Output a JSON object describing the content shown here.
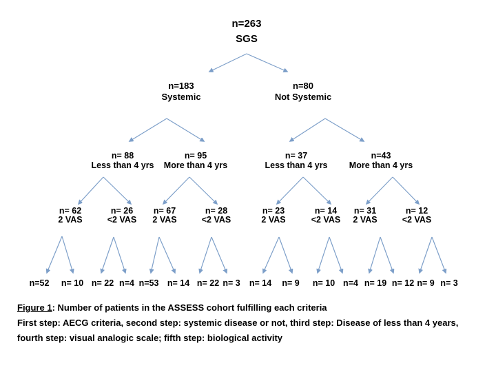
{
  "colors": {
    "arrow": "#7d9fc9",
    "text": "#000000",
    "background": "#ffffff"
  },
  "tree": {
    "root": {
      "count": "n=263",
      "label": "SGS"
    },
    "level2": [
      {
        "count": "n=183",
        "label": "Systemic"
      },
      {
        "count": "n=80",
        "label": "Not Systemic"
      }
    ],
    "level3": [
      {
        "count": "n= 88",
        "label": "Less than 4 yrs"
      },
      {
        "count": "n= 95",
        "label": "More than 4 yrs"
      },
      {
        "count": "n= 37",
        "label": "Less than 4 yrs"
      },
      {
        "count": "n=43",
        "label": "More than 4 yrs"
      }
    ],
    "level4": [
      {
        "count": "n= 62",
        "label": "2 VAS"
      },
      {
        "count": "n= 26",
        "label": "<2 VAS"
      },
      {
        "count": "n= 67",
        "label": "2 VAS"
      },
      {
        "count": "n= 28",
        "label": "<2 VAS"
      },
      {
        "count": "n= 23",
        "label": "2 VAS"
      },
      {
        "count": "n= 14",
        "label": "<2 VAS"
      },
      {
        "count": "n= 31",
        "label": "2 VAS"
      },
      {
        "count": "n= 12",
        "label": "<2 VAS"
      }
    ],
    "level5": [
      "n=52",
      "n= 10",
      "n= 22",
      "n=4",
      "n=53",
      "n= 14",
      "n= 22",
      "n= 3",
      "n= 14",
      "n= 9",
      "n= 10",
      "n=4",
      "n= 19",
      "n= 12",
      "n= 9",
      "n= 3"
    ]
  },
  "caption": {
    "figure_label": "Figure 1",
    "line1_rest": ": Number of patients in the ASSESS cohort fulfilling each criteria",
    "line2": "First step: AECG criteria, second step: systemic disease or not, third step: Disease of less than 4 years,",
    "line3": "fourth step: visual analogic scale; fifth step: biological activity"
  }
}
